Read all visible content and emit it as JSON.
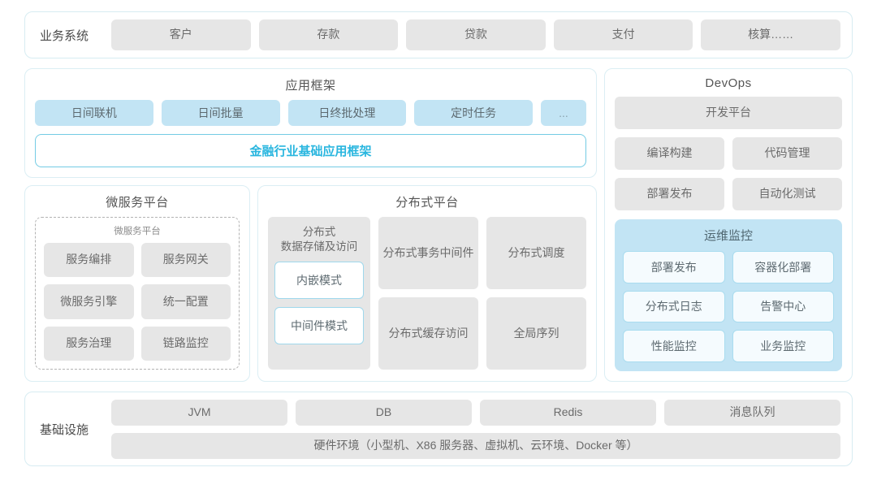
{
  "business_row": {
    "label": "业务系统",
    "items": [
      "客户",
      "存款",
      "贷款",
      "支付",
      "核算……"
    ]
  },
  "app_framework": {
    "title": "应用框架",
    "chips": [
      "日间联机",
      "日间批量",
      "日终批处理",
      "定时任务",
      "..."
    ],
    "framework_bar": "金融行业基础应用框架"
  },
  "microservice": {
    "title": "微服务平台",
    "inner_title": "微服务平台",
    "items": [
      "服务编排",
      "服务网关",
      "微服务引擎",
      "统一配置",
      "服务治理",
      "链路监控"
    ]
  },
  "distributed": {
    "title": "分布式平台",
    "storage": {
      "title": "分布式\n数据存储及访问",
      "title_line1": "分布式",
      "title_line2": "数据存储及访问",
      "modes": [
        "内嵌模式",
        "中间件模式"
      ]
    },
    "grid": [
      {
        "line1": "分布式",
        "line2": "事务中间件"
      },
      {
        "line1": "分布式调度",
        "line2": ""
      },
      {
        "line1": "分布式",
        "line2": "缓存访问"
      },
      {
        "line1": "全局序列",
        "line2": ""
      }
    ]
  },
  "devops": {
    "title": "DevOps",
    "platform": "开发平台",
    "duo_rows": [
      [
        "编译构建",
        "代码管理"
      ],
      [
        "部署发布",
        "自动化测试"
      ]
    ],
    "ops": {
      "title": "运维监控",
      "items": [
        "部署发布",
        "容器化部署",
        "分布式日志",
        "告警中心",
        "性能监控",
        "业务监控"
      ]
    }
  },
  "infrastructure": {
    "label": "基础设施",
    "items": [
      "JVM",
      "DB",
      "Redis",
      "消息队列"
    ],
    "hardware": "硬件环境（小型机、X86 服务器、虚拟机、云环境、Docker 等）"
  },
  "colors": {
    "accent": "#29b6df",
    "chip_blue": "#c2e4f4",
    "chip_grey": "#e6e6e6",
    "border_cyan": "#d7ecf2"
  }
}
